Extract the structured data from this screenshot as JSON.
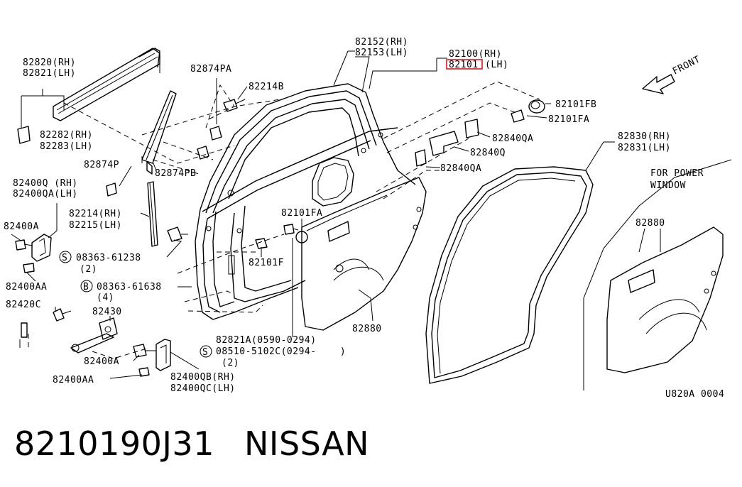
{
  "diagram": {
    "front_label": "FRONT",
    "power_window_note": [
      "FOR POWER",
      "WINDOW"
    ],
    "figure_code": "U820A 0004",
    "highlight_color": "#e8131b",
    "labels": {
      "p82820": "82820(RH)",
      "p82821": "82821(LH)",
      "p82874PA": "82874PA",
      "p82214B": "82214B",
      "p82152": "82152(RH)",
      "p82153": "82153(LH)",
      "p82100": "82100(RH)",
      "p82101_code": "82101",
      "p82101_side": "(LH)",
      "p82101FB": "82101FB",
      "p82101FA_top": "82101FA",
      "p82282": "82282(RH)",
      "p82283": "82283(LH)",
      "p82840QA_top": "82840QA",
      "p82830": "82830(RH)",
      "p82831": "82831(LH)",
      "p82840Q": "82840Q",
      "p82874P": "82874P",
      "p82874PB": "82874PB",
      "p82840QA_mid": "82840QA",
      "p82400Q": "82400Q (RH)",
      "p82400QA": "82400QA(LH)",
      "p82101FA_mid": "82101FA",
      "p82214": "82214(RH)",
      "p82215": "82215(LH)",
      "p82880_right": "82880",
      "p82400A_left": "82400A",
      "s08363_61238": "08363-61238",
      "s08363_61238_qty": "(2)",
      "p82101F": "82101F",
      "p82400AA_top": "82400AA",
      "b08363_61638": "08363-61638",
      "b08363_61638_qty": "(4)",
      "p82420C": "82420C",
      "p82430": "82430",
      "p82880_mid": "82880",
      "p82821A": "82821A(0590-0294)",
      "s08510_5102C": "08510-5102C(0294-    )",
      "s08510_5102C_qty": "(2)",
      "p82400A_bottom": "82400A",
      "p82400AA_bottom": "82400AA",
      "p82400QB": "82400QB(RH)",
      "p82400QC": "82400QC(LH)",
      "mark_s": "S",
      "mark_b": "B"
    }
  },
  "caption": {
    "part_number": "8210190J31",
    "brand": "NISSAN"
  }
}
